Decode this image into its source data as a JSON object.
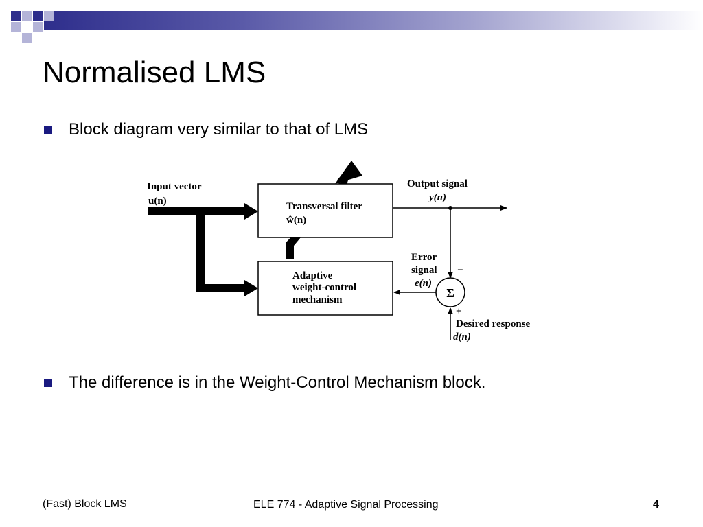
{
  "slide": {
    "title": "Normalised LMS",
    "bullets": [
      "Block diagram very similar to that of LMS",
      "The difference is in the Weight-Control Mechanism block."
    ]
  },
  "diagram": {
    "input_label": "Input vector",
    "input_symbol": "u(n)",
    "filter_label": "Transversal filter",
    "filter_symbol": "ŵ(n)",
    "output_label": "Output signal",
    "output_symbol": "y(n)",
    "error_label_1": "Error",
    "error_label_2": "signal",
    "error_symbol": "e(n)",
    "adaptive_line1": "Adaptive",
    "adaptive_line2": "weight-control",
    "adaptive_line3": "mechanism",
    "sum_symbol": "Σ",
    "minus_sign": "−",
    "plus_sign": "+",
    "desired_label": "Desired response",
    "desired_symbol": "d(n)"
  },
  "footer": {
    "left": "(Fast) Block LMS",
    "center": "ELE 774 - Adaptive Signal Processing",
    "page_number": "4"
  },
  "colors": {
    "accent": "#2e2e8c",
    "bullet": "#1a1a80"
  }
}
